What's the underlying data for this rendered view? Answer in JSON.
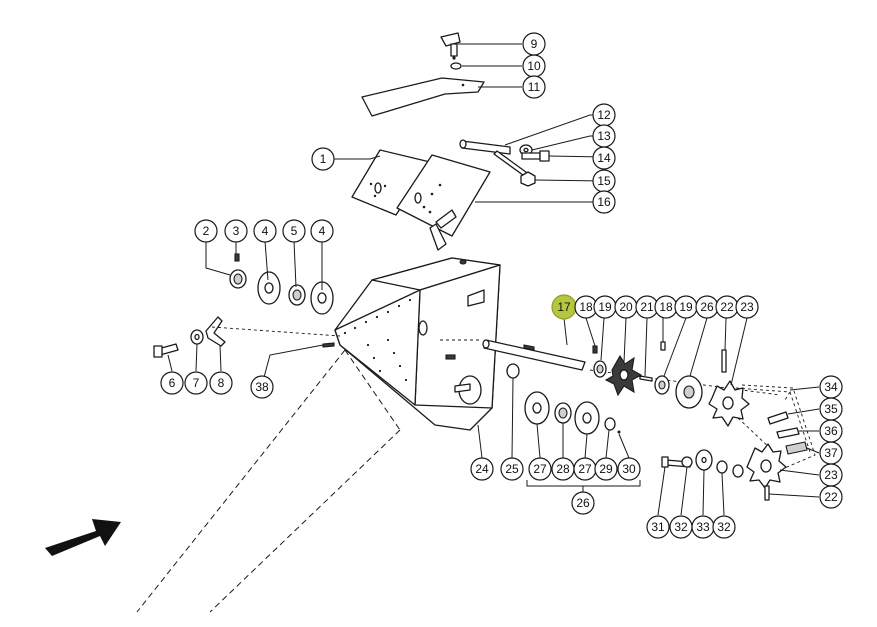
{
  "colors": {
    "line": "#1a1a1a",
    "highlight": "#b5c63f",
    "background": "#ffffff"
  },
  "callouts": [
    "9",
    "10",
    "11",
    "12",
    "13",
    "14",
    "15",
    "1",
    "16",
    "2",
    "3",
    "4",
    "5",
    "4",
    "17",
    "18",
    "19",
    "20",
    "21",
    "18",
    "19",
    "26",
    "22",
    "23",
    "6",
    "7",
    "8",
    "38",
    "34",
    "35",
    "36",
    "37",
    "23",
    "22",
    "24",
    "25",
    "27",
    "28",
    "27",
    "29",
    "30",
    "26",
    "31",
    "32",
    "33",
    "32"
  ],
  "highlighted": "17",
  "icons": {
    "direction_arrow": "arrow-right-icon"
  }
}
